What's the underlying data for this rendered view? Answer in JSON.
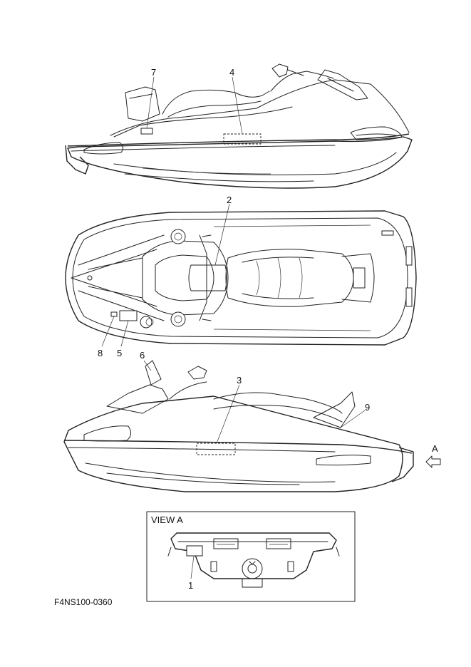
{
  "figure_code": "F4NS100-0360",
  "view_a": {
    "title": "VIEW A"
  },
  "arrow_label": "A",
  "callouts": {
    "c1": "1",
    "c2": "2",
    "c3": "3",
    "c4": "4",
    "c5": "5",
    "c6": "6",
    "c7": "7",
    "c8": "8",
    "c9": "9"
  }
}
